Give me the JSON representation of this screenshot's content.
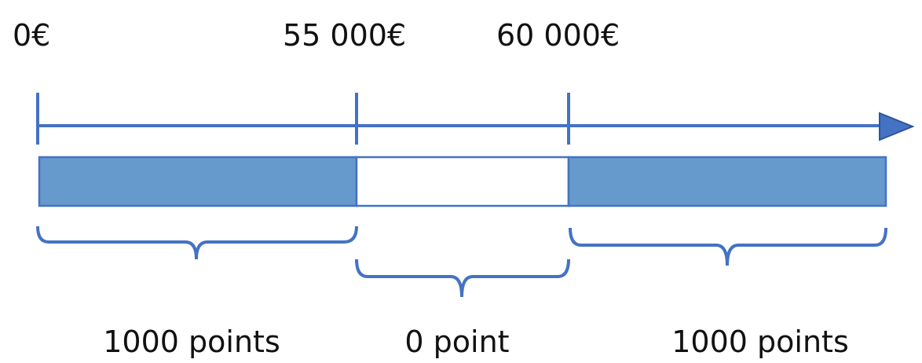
{
  "colors": {
    "line": "#4472c4",
    "fill": "#6699cc",
    "background": "#ffffff",
    "text": "#111111"
  },
  "axis": {
    "labels": [
      "0€",
      "55 000€",
      "60 000€"
    ]
  },
  "segments": [
    {
      "label": "1000 points",
      "filled": true
    },
    {
      "label": "0 point",
      "filled": false
    },
    {
      "label": "1000 points",
      "filled": true
    }
  ]
}
